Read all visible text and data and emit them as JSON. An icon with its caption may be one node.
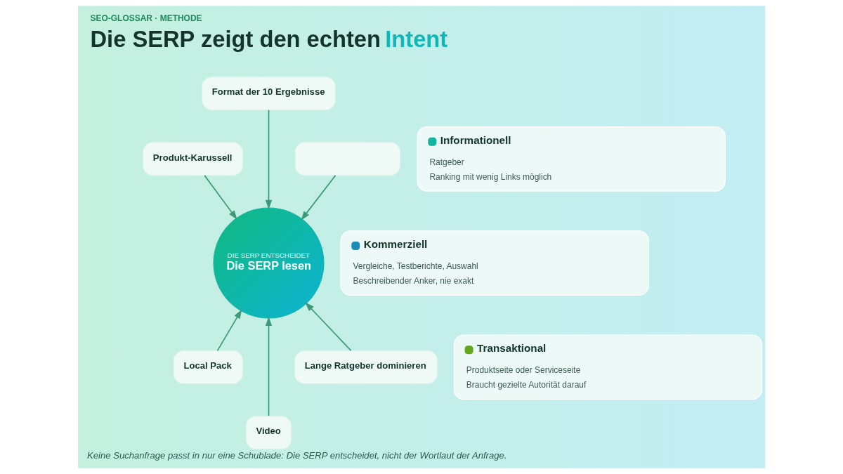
{
  "diagram": {
    "title": "Die SERP zeigt den echten Intent",
    "caption": "Keine Suchanfrage passt in nur eine Schublade: Die SERP entscheidet, nicht der Wortlaut der Anfrage.",
    "nodes": [
      {
        "text": [
          "Format der 10 Ergebnisse"
        ]
      },
      {
        "text": [
          "Produkt-Karussell"
        ]
      },
      {
        "text": [],
        "shape": "box"
      },
      {
        "text": [
          "DIE SERP ENTSCHEIDET",
          "Die SERP lesen"
        ]
      },
      {
        "text": [
          "Local Pack"
        ]
      },
      {
        "text": [
          "Lange Ratgeber dominieren"
        ]
      },
      {
        "text": [
          "Video"
        ]
      },
      {
        "text": [
          "Informationell",
          "Ratgeber",
          "Ranking mit wenig Links möglich"
        ]
      },
      {
        "text": [
          "Kommerziell",
          "Vergleiche, Testberichte, Auswahl",
          "Beschreibender Anker, nie exakt"
        ]
      },
      {
        "text": [
          "Transaktional",
          "Produktseite oder Serviceseite",
          "Braucht gezielte Autorität darauf"
        ]
      }
    ],
    "edges": [
      {
        "from": 0,
        "to": 3,
        "arrow": "to"
      },
      {
        "from": 1,
        "to": 3,
        "arrow": "to"
      },
      {
        "from": 2,
        "to": 3,
        "arrow": "to"
      },
      {
        "from": 4,
        "to": 3,
        "arrow": "to"
      },
      {
        "from": 6,
        "to": 3,
        "arrow": "to"
      },
      {
        "from": 5,
        "to": 3,
        "arrow": "to"
      }
    ],
    "labels": [
      "SEO-GLOSSAR · METHODE"
    ]
  }
}
